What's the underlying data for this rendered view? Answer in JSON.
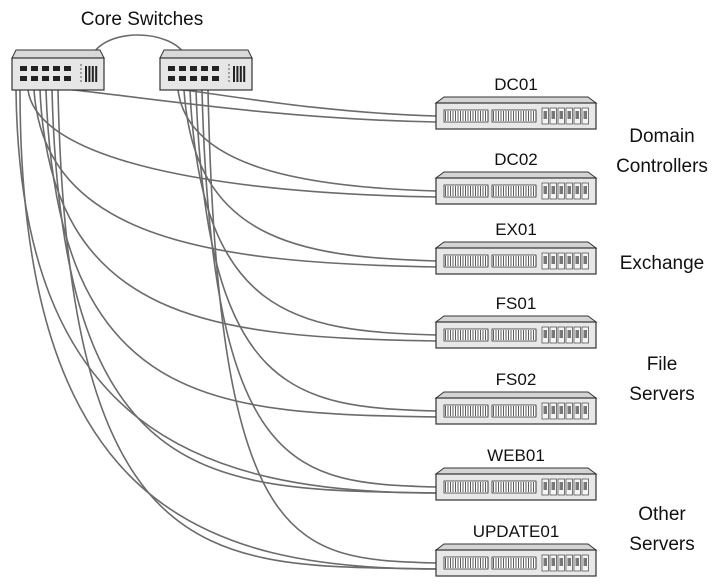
{
  "diagram": {
    "title": "Core Switches",
    "switches": [
      {
        "id": "SW1"
      },
      {
        "id": "SW2"
      }
    ],
    "servers": [
      {
        "name": "DC01"
      },
      {
        "name": "DC02"
      },
      {
        "name": "EX01"
      },
      {
        "name": "FS01"
      },
      {
        "name": "FS02"
      },
      {
        "name": "WEB01"
      },
      {
        "name": "UPDATE01"
      }
    ],
    "groups": [
      {
        "lines": [
          "Domain",
          "Controllers"
        ],
        "servers": [
          "DC01",
          "DC02"
        ]
      },
      {
        "lines": [
          "Exchange"
        ],
        "servers": [
          "EX01"
        ]
      },
      {
        "lines": [
          "File",
          "Servers"
        ],
        "servers": [
          "FS01",
          "FS02"
        ]
      },
      {
        "lines": [
          "Other",
          "Servers"
        ],
        "servers": [
          "WEB01",
          "UPDATE01"
        ]
      }
    ],
    "connections": "each server connects to both core switches; core switches are linked to each other"
  }
}
